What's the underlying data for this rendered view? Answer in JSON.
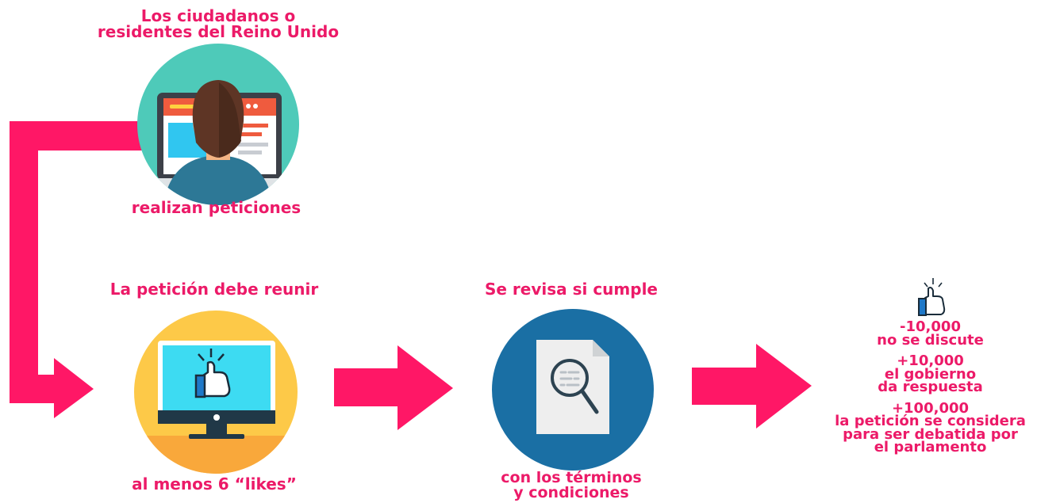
{
  "colors": {
    "accent": "#ec1a68",
    "teal": "#4ecab9",
    "yellow": "#fdc948",
    "blue": "#1a6fa4"
  },
  "step1": {
    "title_line1": "Los ciudadanos o",
    "title_line2": "residentes del Reino Unido",
    "caption": "realizan peticiones"
  },
  "step2": {
    "title": "La petición debe reunir",
    "caption": "al menos 6 “likes”"
  },
  "step3": {
    "title": "Se revisa si cumple",
    "caption_line1": "con los términos",
    "caption_line2": "y condiciones"
  },
  "outcomes": [
    {
      "threshold": "-10,000",
      "lines": [
        "no se discute"
      ]
    },
    {
      "threshold": "+10,000",
      "lines": [
        "el gobierno",
        "da respuesta"
      ]
    },
    {
      "threshold": "+100,000",
      "lines": [
        "la petición se considera",
        "para ser debatida por",
        "el parlamento"
      ]
    }
  ],
  "icons": [
    "person-at-computer-icon",
    "monitor-like-icon",
    "document-search-icon",
    "thumbs-up-icon"
  ]
}
